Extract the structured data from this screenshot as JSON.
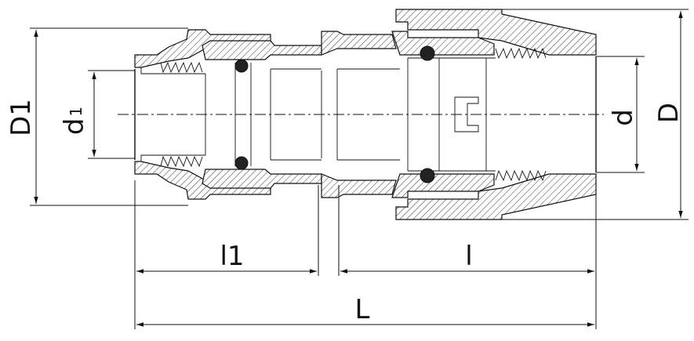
{
  "labels": {
    "D1": "D1",
    "d1_main": "d",
    "d1_sub": "1",
    "d": "d",
    "D": "D",
    "l1": "l1",
    "l": "l",
    "L": "L"
  }
}
